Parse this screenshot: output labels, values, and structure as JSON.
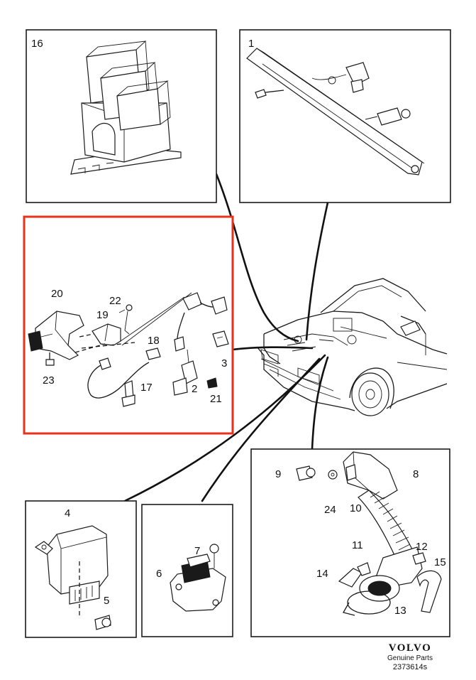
{
  "diagram": {
    "callouts": {
      "p1": "1",
      "p2": "2",
      "p3": "3",
      "p4": "4",
      "p5": "5",
      "p6": "6",
      "p7": "7",
      "p8": "8",
      "p9": "9",
      "p10": "10",
      "p11": "11",
      "p12": "12",
      "p13": "13",
      "p14": "14",
      "p15": "15",
      "p16": "16",
      "p17": "17",
      "p18": "18",
      "p19": "19",
      "p20": "20",
      "p21": "21",
      "p22": "22",
      "p23": "23",
      "p24": "24"
    },
    "highlight_color": "#e8321e",
    "line_color": "#1a1a1a"
  },
  "branding": {
    "logo": "VOLVO",
    "subtitle": "Genuine Parts",
    "code": "2373614s"
  }
}
